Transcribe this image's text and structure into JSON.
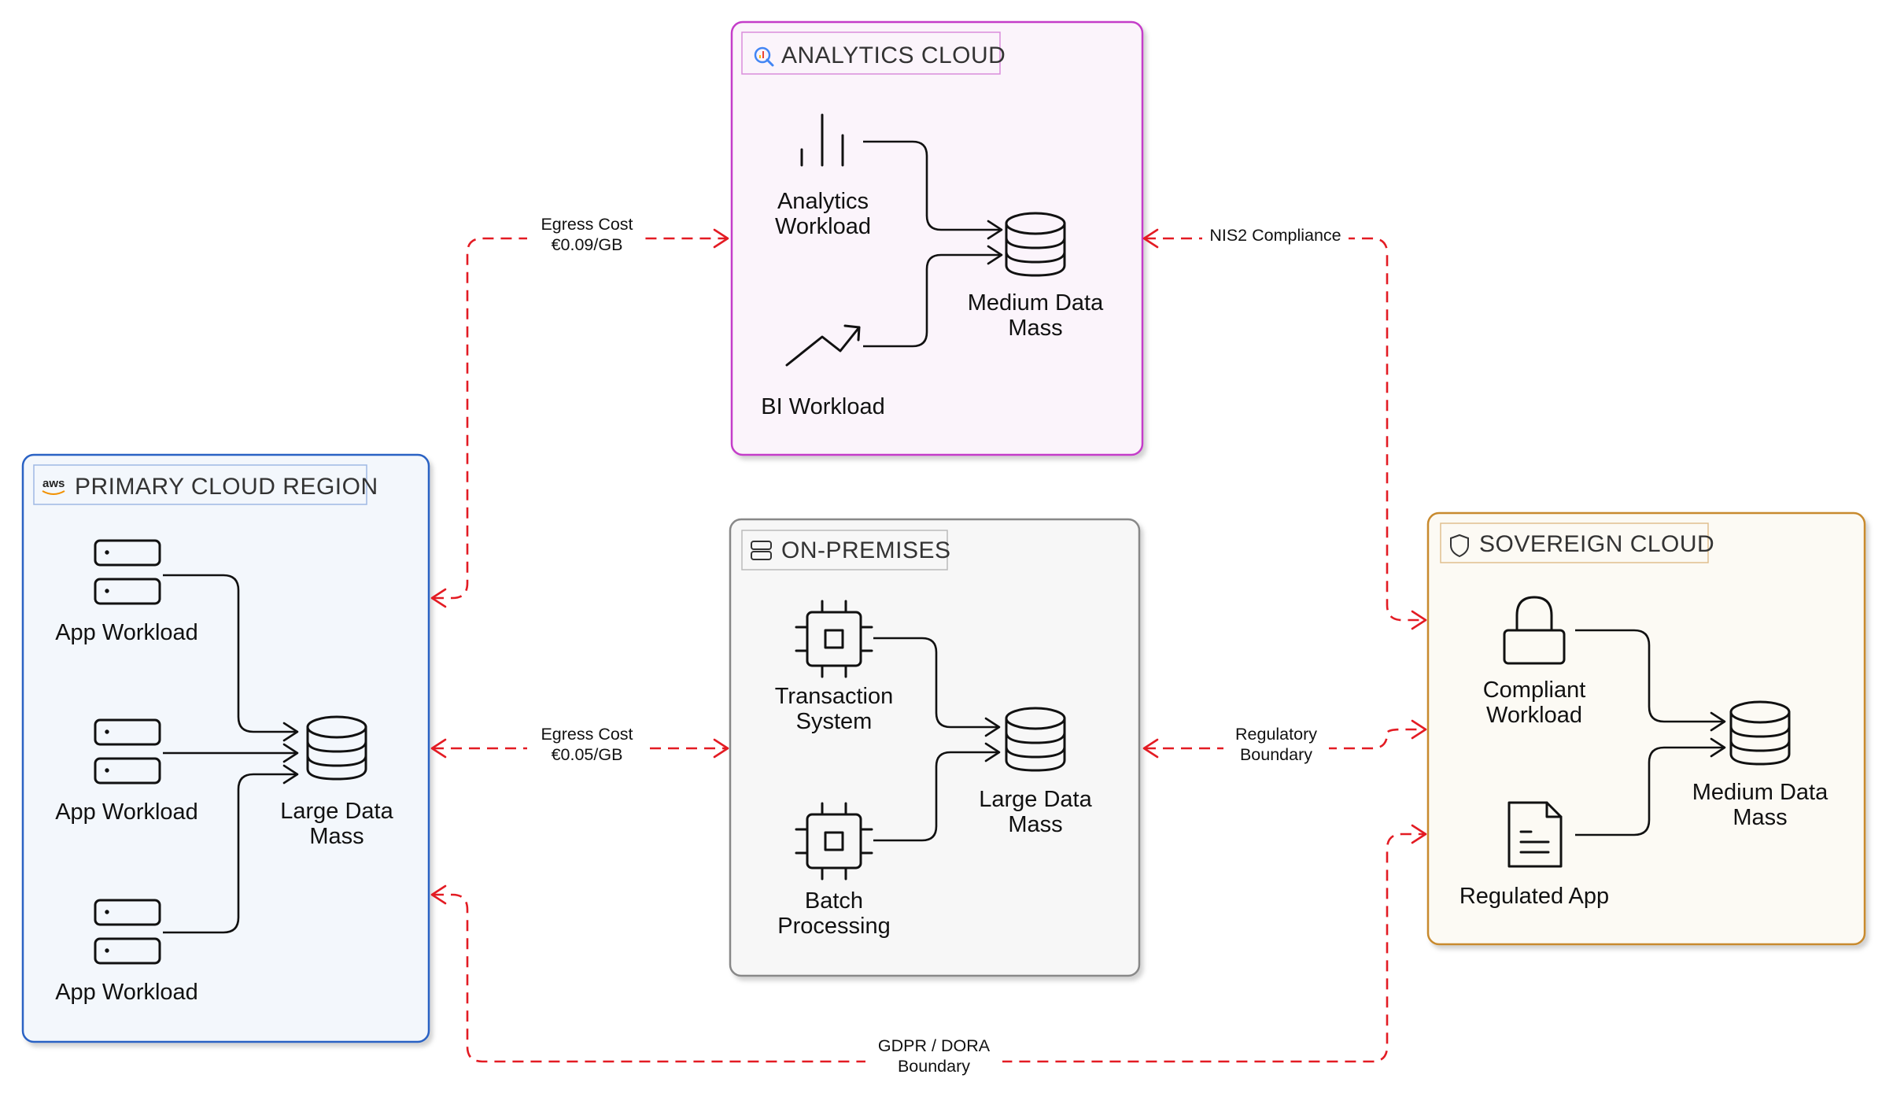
{
  "clusters": {
    "analytics": {
      "title": "ANALYTICS CLOUD",
      "icon": "analytics-search-icon",
      "border": "#c43ec9",
      "fill": "#fbf4fb"
    },
    "primary": {
      "title": "PRIMARY CLOUD REGION",
      "icon": "aws-icon",
      "border": "#2a62c4",
      "fill": "#f3f7fc"
    },
    "onprem": {
      "title": "ON-PREMISES",
      "icon": "server-icon",
      "border": "#888888",
      "fill": "#f7f7f7"
    },
    "sovereign": {
      "title": "SOVEREIGN CLOUD",
      "icon": "shield-icon",
      "border": "#c88a2e",
      "fill": "#fcfaf4"
    }
  },
  "nodes": {
    "analytics_workload": {
      "line1": "Analytics",
      "line2": "Workload",
      "icon": "bar-chart-icon"
    },
    "bi_workload": {
      "line1": "BI Workload",
      "icon": "trend-line-icon"
    },
    "analytics_data": {
      "line1": "Medium Data",
      "line2": "Mass",
      "icon": "database-icon"
    },
    "app_workload_1": {
      "line1": "App Workload",
      "icon": "server-stack-icon"
    },
    "app_workload_2": {
      "line1": "App Workload",
      "icon": "server-stack-icon"
    },
    "app_workload_3": {
      "line1": "App Workload",
      "icon": "server-stack-icon"
    },
    "primary_data": {
      "line1": "Large Data",
      "line2": "Mass",
      "icon": "database-icon"
    },
    "transaction_system": {
      "line1": "Transaction",
      "line2": "System",
      "icon": "cpu-chip-icon"
    },
    "batch_processing": {
      "line1": "Batch",
      "line2": "Processing",
      "icon": "cpu-chip-icon"
    },
    "onprem_data": {
      "line1": "Large Data",
      "line2": "Mass",
      "icon": "database-icon"
    },
    "compliant_workload": {
      "line1": "Compliant",
      "line2": "Workload",
      "icon": "lock-icon"
    },
    "regulated_app": {
      "line1": "Regulated App",
      "icon": "document-icon"
    },
    "sovereign_data": {
      "line1": "Medium Data",
      "line2": "Mass",
      "icon": "database-icon"
    }
  },
  "edges": {
    "egress_analytics": {
      "line1": "Egress Cost",
      "line2": "€0.09/GB"
    },
    "egress_onprem": {
      "line1": "Egress Cost",
      "line2": "€0.05/GB"
    },
    "nis2": {
      "line1": "NIS2 Compliance"
    },
    "regulatory": {
      "line1": "Regulatory",
      "line2": "Boundary"
    },
    "gdpr": {
      "line1": "GDPR / DORA",
      "line2": "Boundary"
    }
  },
  "colors": {
    "cross_boundary_link": "#e31b23",
    "intra_cluster_link": "#111111"
  }
}
